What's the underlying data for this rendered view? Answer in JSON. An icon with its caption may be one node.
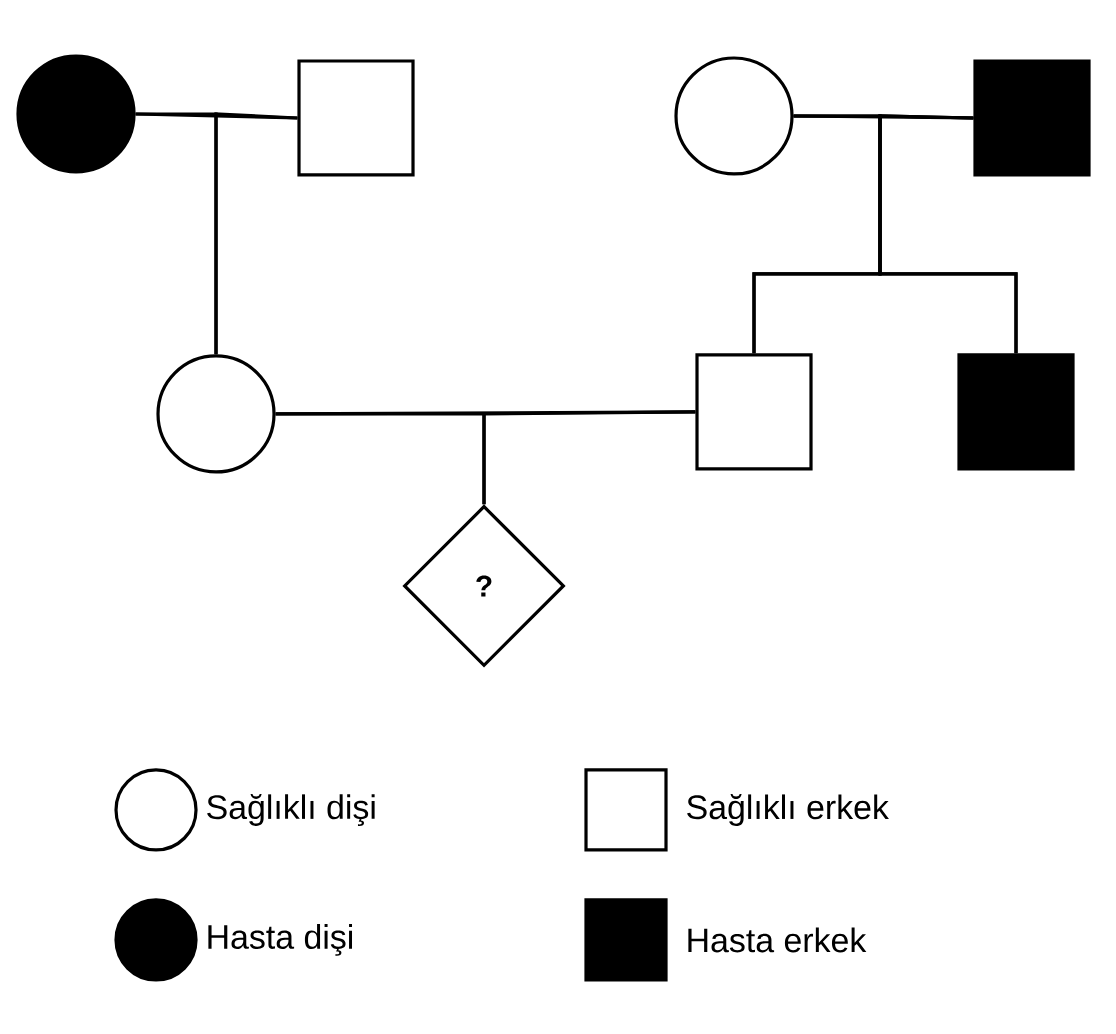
{
  "diagram": {
    "nodes": [
      {
        "text": [],
        "shape": "circle"
      },
      {
        "text": [],
        "shape": "box"
      },
      {
        "text": [],
        "shape": "circle"
      },
      {
        "text": [],
        "shape": "box"
      },
      {
        "text": [],
        "shape": "circle"
      },
      {
        "text": [],
        "shape": "box"
      },
      {
        "text": [],
        "shape": "box"
      },
      {
        "text": [
          "?"
        ]
      }
    ],
    "edges": [
      {
        "from": 0,
        "to": 1,
        "arrow": "none"
      },
      {
        "from": 2,
        "to": 3,
        "arrow": "none"
      },
      {
        "from": 0,
        "to": 4,
        "arrow": "none"
      },
      {
        "from": 1,
        "to": 4,
        "arrow": "none"
      },
      {
        "from": 2,
        "to": 5,
        "arrow": "none"
      },
      {
        "from": 3,
        "to": 5,
        "arrow": "none"
      },
      {
        "from": 2,
        "to": 6,
        "arrow": "none"
      },
      {
        "from": 3,
        "to": 6,
        "arrow": "none"
      },
      {
        "from": 4,
        "to": 5,
        "arrow": "none"
      },
      {
        "from": 4,
        "to": 7,
        "arrow": "none"
      },
      {
        "from": 5,
        "to": 7,
        "arrow": "none"
      }
    ],
    "legend": [
      {
        "text": "Sağlıklı dişi"
      },
      {
        "text": "Sağlıklı erkek"
      },
      {
        "text": "Hasta dişi"
      },
      {
        "text": "Hasta erkek"
      }
    ]
  }
}
